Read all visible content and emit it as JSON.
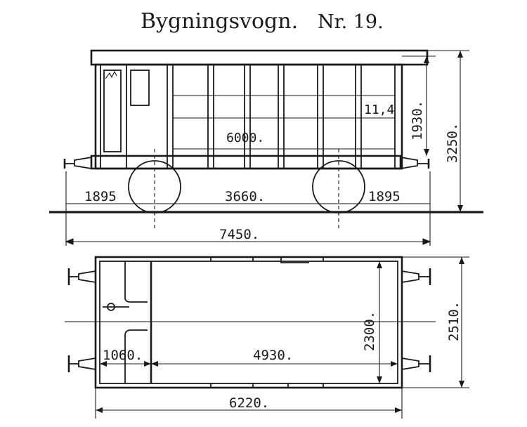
{
  "title": {
    "name": "Bygningsvogn.",
    "number": "Nr. 19."
  },
  "side_view": {
    "panel_label": "11,4",
    "inner_length_label": "6000.",
    "overhang_left": "1895",
    "wheelbase": "3660.",
    "overhang_right": "1895",
    "body_height": "1930.",
    "total_height": "3250.",
    "total_length": "7450."
  },
  "plan_view": {
    "inner_width": "2300.",
    "outer_width": "2510.",
    "compartment_length": "1060.",
    "cargo_length": "4930.",
    "body_length": "6220."
  },
  "colors": {
    "ink": "#1a1a1a",
    "paper": "#ffffff"
  }
}
